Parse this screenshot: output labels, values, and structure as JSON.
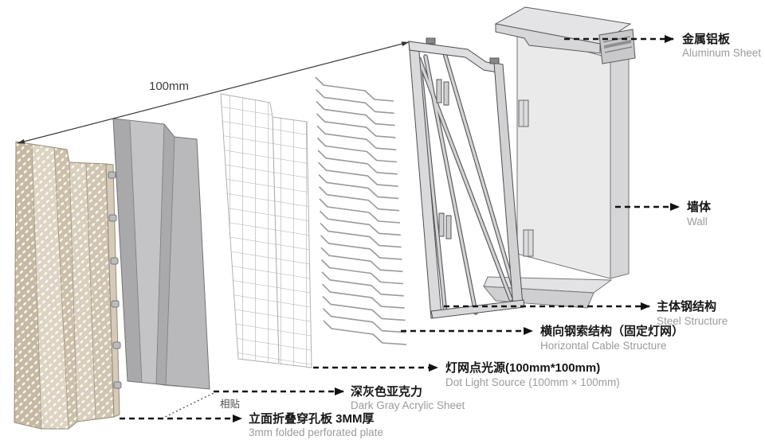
{
  "diagram": {
    "dimension_label": "100mm",
    "attachment_label": "相贴"
  },
  "callouts": [
    {
      "id": "aluminum-sheet",
      "cn": "金属铝板",
      "en": "Aluminum Sheet"
    },
    {
      "id": "wall",
      "cn": "墙体",
      "en": "Wall"
    },
    {
      "id": "steel-structure",
      "cn": "主体钢结构",
      "en": "Steel Structure"
    },
    {
      "id": "cable-structure",
      "cn": "横向钢索结构（固定灯网）",
      "en": "Horizontal Cable Structure"
    },
    {
      "id": "dot-light-source",
      "cn": "灯网点光源(100mm*100mm)",
      "en": "Dot Light Source (100mm × 100mm)"
    },
    {
      "id": "acrylic-sheet",
      "cn": "深灰色亚克力",
      "en": "Dark Gray Acrylic Sheet"
    },
    {
      "id": "perforated-plate",
      "cn": "立面折叠穿孔板 3MM厚",
      "en": "3mm folded perforated plate"
    }
  ],
  "colors": {
    "perforated_plate": "#d8cebc",
    "acrylic_sheet": "#b5b5b7",
    "mesh_line": "#ababad",
    "steel": "#d9d9db",
    "wall_face": "#eaeaeb",
    "leader_line": "#141414",
    "cn_text": "#151515",
    "en_text": "#9b9b9b",
    "background": "#ffffff"
  }
}
